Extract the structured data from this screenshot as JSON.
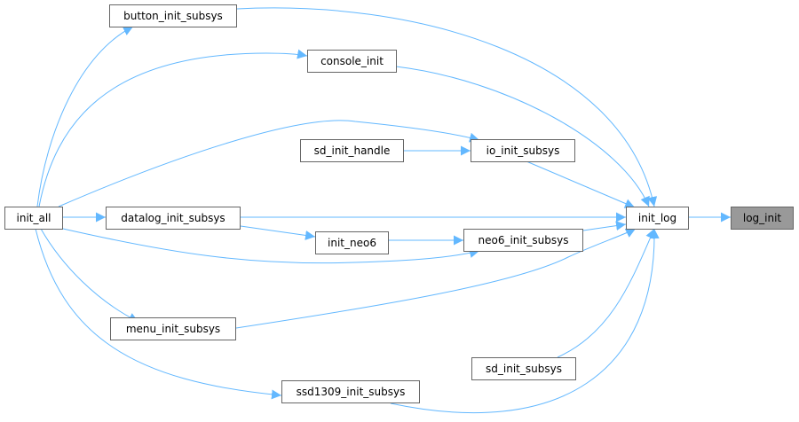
{
  "graph": {
    "type": "caller-graph",
    "edge_color": "#63b8ff",
    "current_node_fill": "#999999",
    "nodes": {
      "log_init": "log_init",
      "init_log": "init_log",
      "button_init_subsys": "button_init_subsys",
      "console_init": "console_init",
      "sd_init_handle": "sd_init_handle",
      "io_init_subsys": "io_init_subsys",
      "init_all": "init_all",
      "datalog_init_subsys": "datalog_init_subsys",
      "init_neo6": "init_neo6",
      "neo6_init_subsys": "neo6_init_subsys",
      "menu_init_subsys": "menu_init_subsys",
      "sd_init_subsys": "sd_init_subsys",
      "ssd1309_init_subsys": "ssd1309_init_subsys"
    },
    "edges": [
      [
        "init_log",
        "log_init"
      ],
      [
        "button_init_subsys",
        "init_log"
      ],
      [
        "console_init",
        "init_log"
      ],
      [
        "io_init_subsys",
        "init_log"
      ],
      [
        "datalog_init_subsys",
        "init_log"
      ],
      [
        "neo6_init_subsys",
        "init_log"
      ],
      [
        "menu_init_subsys",
        "init_log"
      ],
      [
        "sd_init_subsys",
        "init_log"
      ],
      [
        "ssd1309_init_subsys",
        "init_log"
      ],
      [
        "sd_init_handle",
        "io_init_subsys"
      ],
      [
        "init_all",
        "button_init_subsys"
      ],
      [
        "init_all",
        "console_init"
      ],
      [
        "init_all",
        "io_init_subsys"
      ],
      [
        "init_all",
        "datalog_init_subsys"
      ],
      [
        "init_all",
        "menu_init_subsys"
      ],
      [
        "init_all",
        "ssd1309_init_subsys"
      ],
      [
        "init_all",
        "neo6_init_subsys"
      ],
      [
        "datalog_init_subsys",
        "init_neo6"
      ],
      [
        "init_neo6",
        "neo6_init_subsys"
      ]
    ]
  }
}
